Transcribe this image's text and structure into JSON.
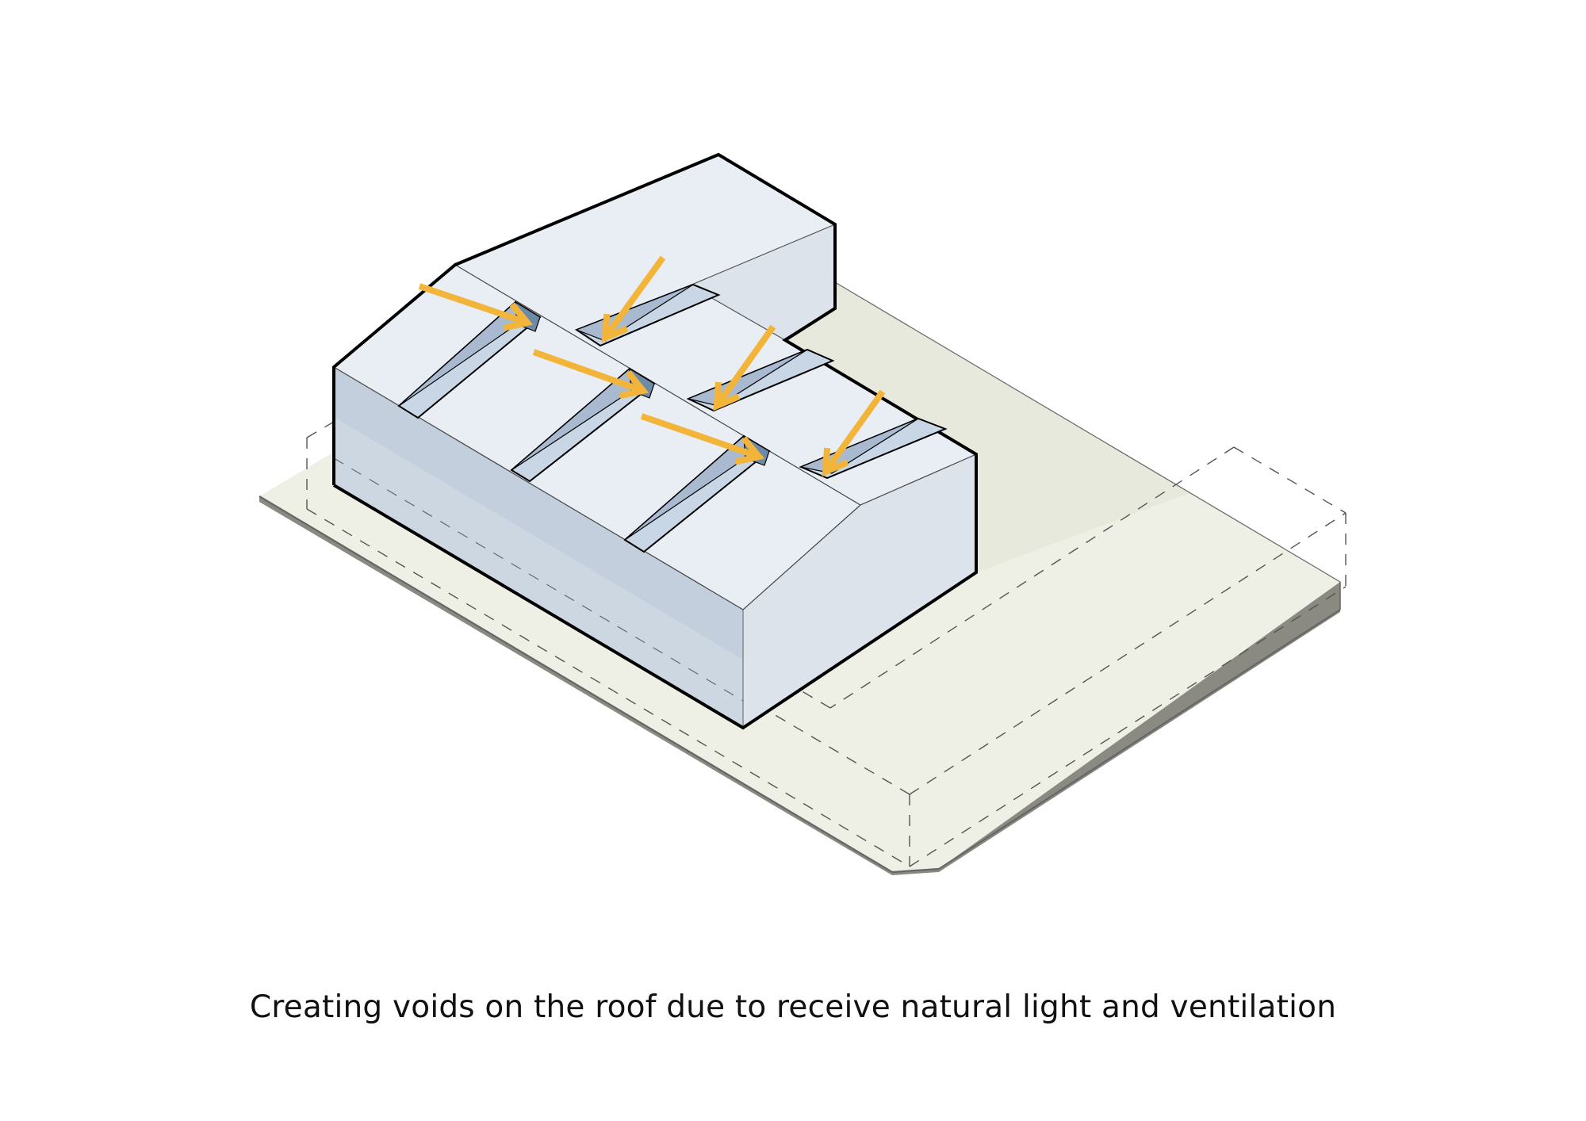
{
  "caption": "Creating voids on the roof due to receive natural light and ventilation",
  "diagram": {
    "subject": "Isometric building massing with gabled roof and roof voids",
    "arrow_count": 6,
    "void_count": 6,
    "legend_meaning": {
      "arrows": "natural light and ventilation entering roof voids",
      "dashed_lines": "site setback / boundary outline",
      "ground_plane": "site"
    }
  },
  "colors": {
    "arrow": "#f2b53a",
    "roof": "#e9eef5",
    "front_face": "#c3cfdd",
    "front_face_lower": "#ccd7e2",
    "end_face": "#dde3eb",
    "void_light": "#c9d6e6",
    "void_mid": "#a9b9cf",
    "void_dark": "#6f8aa6",
    "site_light": "#eeefe5",
    "site_dark": "#e6e9dc",
    "outline": "#000000",
    "dashed": "#555555"
  }
}
